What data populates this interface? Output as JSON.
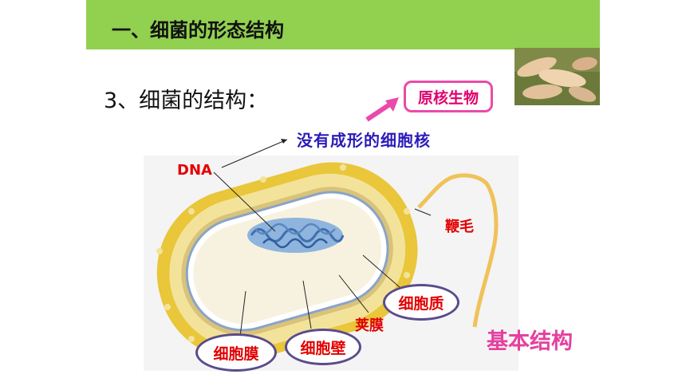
{
  "header": {
    "title": "一、细菌的形态结构"
  },
  "section": {
    "subtitle": "3、细菌的结构："
  },
  "tag": {
    "label": "原核生物"
  },
  "note": {
    "text": "没有成形的细胞核"
  },
  "labels": {
    "dna": "DNA",
    "flagellum": "鞭毛",
    "capsule": "荚膜",
    "cytoplasm": "细胞质",
    "cell_wall": "细胞壁",
    "cell_membrane": "细胞膜"
  },
  "footer": {
    "basic": "基本结构"
  },
  "colors": {
    "header_bg": "#92d050",
    "tag_border": "#ea4aa9",
    "label_red": "#e30000",
    "note_blue": "#2b1bb8",
    "oval_border": "#5a4b8c",
    "basic_pink": "#e5409f"
  }
}
